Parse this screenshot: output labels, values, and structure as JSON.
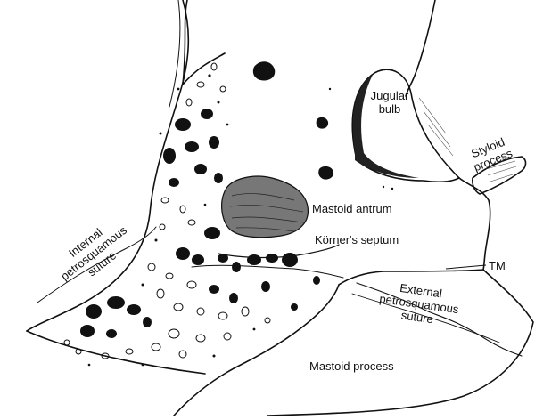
{
  "diagram": {
    "labels": {
      "jugular_bulb": [
        "Jugular",
        "bulb"
      ],
      "styloid_process": [
        "Styloid",
        "process"
      ],
      "mastoid_antrum": "Mastoid antrum",
      "korners_septum": "Körner's septum",
      "tm": "TM",
      "external_petrosquamous_suture": [
        "External",
        "petrosquamous",
        "suture"
      ],
      "internal_petrosquamous_suture": [
        "Internal",
        "petrosquamous",
        "suture"
      ],
      "mastoid_process": "Mastoid process"
    },
    "colors": {
      "ink": "#111111",
      "paper": "#ffffff",
      "shade": "#555555"
    }
  }
}
